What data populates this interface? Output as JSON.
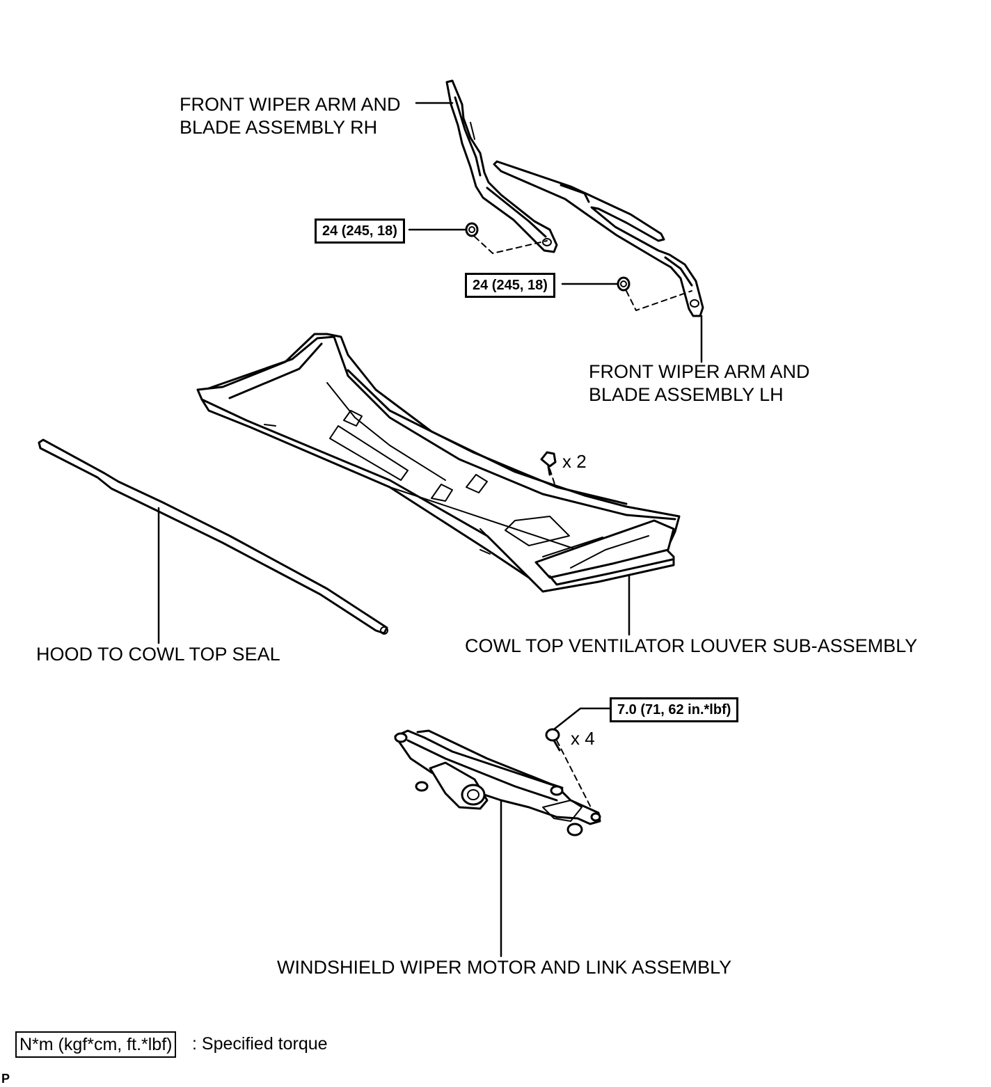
{
  "labels": {
    "wiper_rh": "FRONT WIPER ARM AND\nBLADE ASSEMBLY RH",
    "wiper_lh": "FRONT WIPER ARM AND\nBLADE ASSEMBLY LH",
    "hood_seal": "HOOD TO COWL TOP SEAL",
    "cowl_louver": "COWL TOP VENTILATOR LOUVER SUB-ASSEMBLY",
    "wiper_motor": "WINDSHIELD WIPER MOTOR AND LINK ASSEMBLY"
  },
  "torques": {
    "rh_nut": "24 (245, 18)",
    "lh_nut": "24 (245, 18)",
    "motor_bolt": "7.0 (71, 62 in.*lbf)"
  },
  "quantities": {
    "clip": "x 2",
    "bolt": "x 4"
  },
  "legend": {
    "unit": "N*m (kgf*cm, ft.*lbf)",
    "description": ": Specified torque"
  },
  "corner_mark": "P"
}
